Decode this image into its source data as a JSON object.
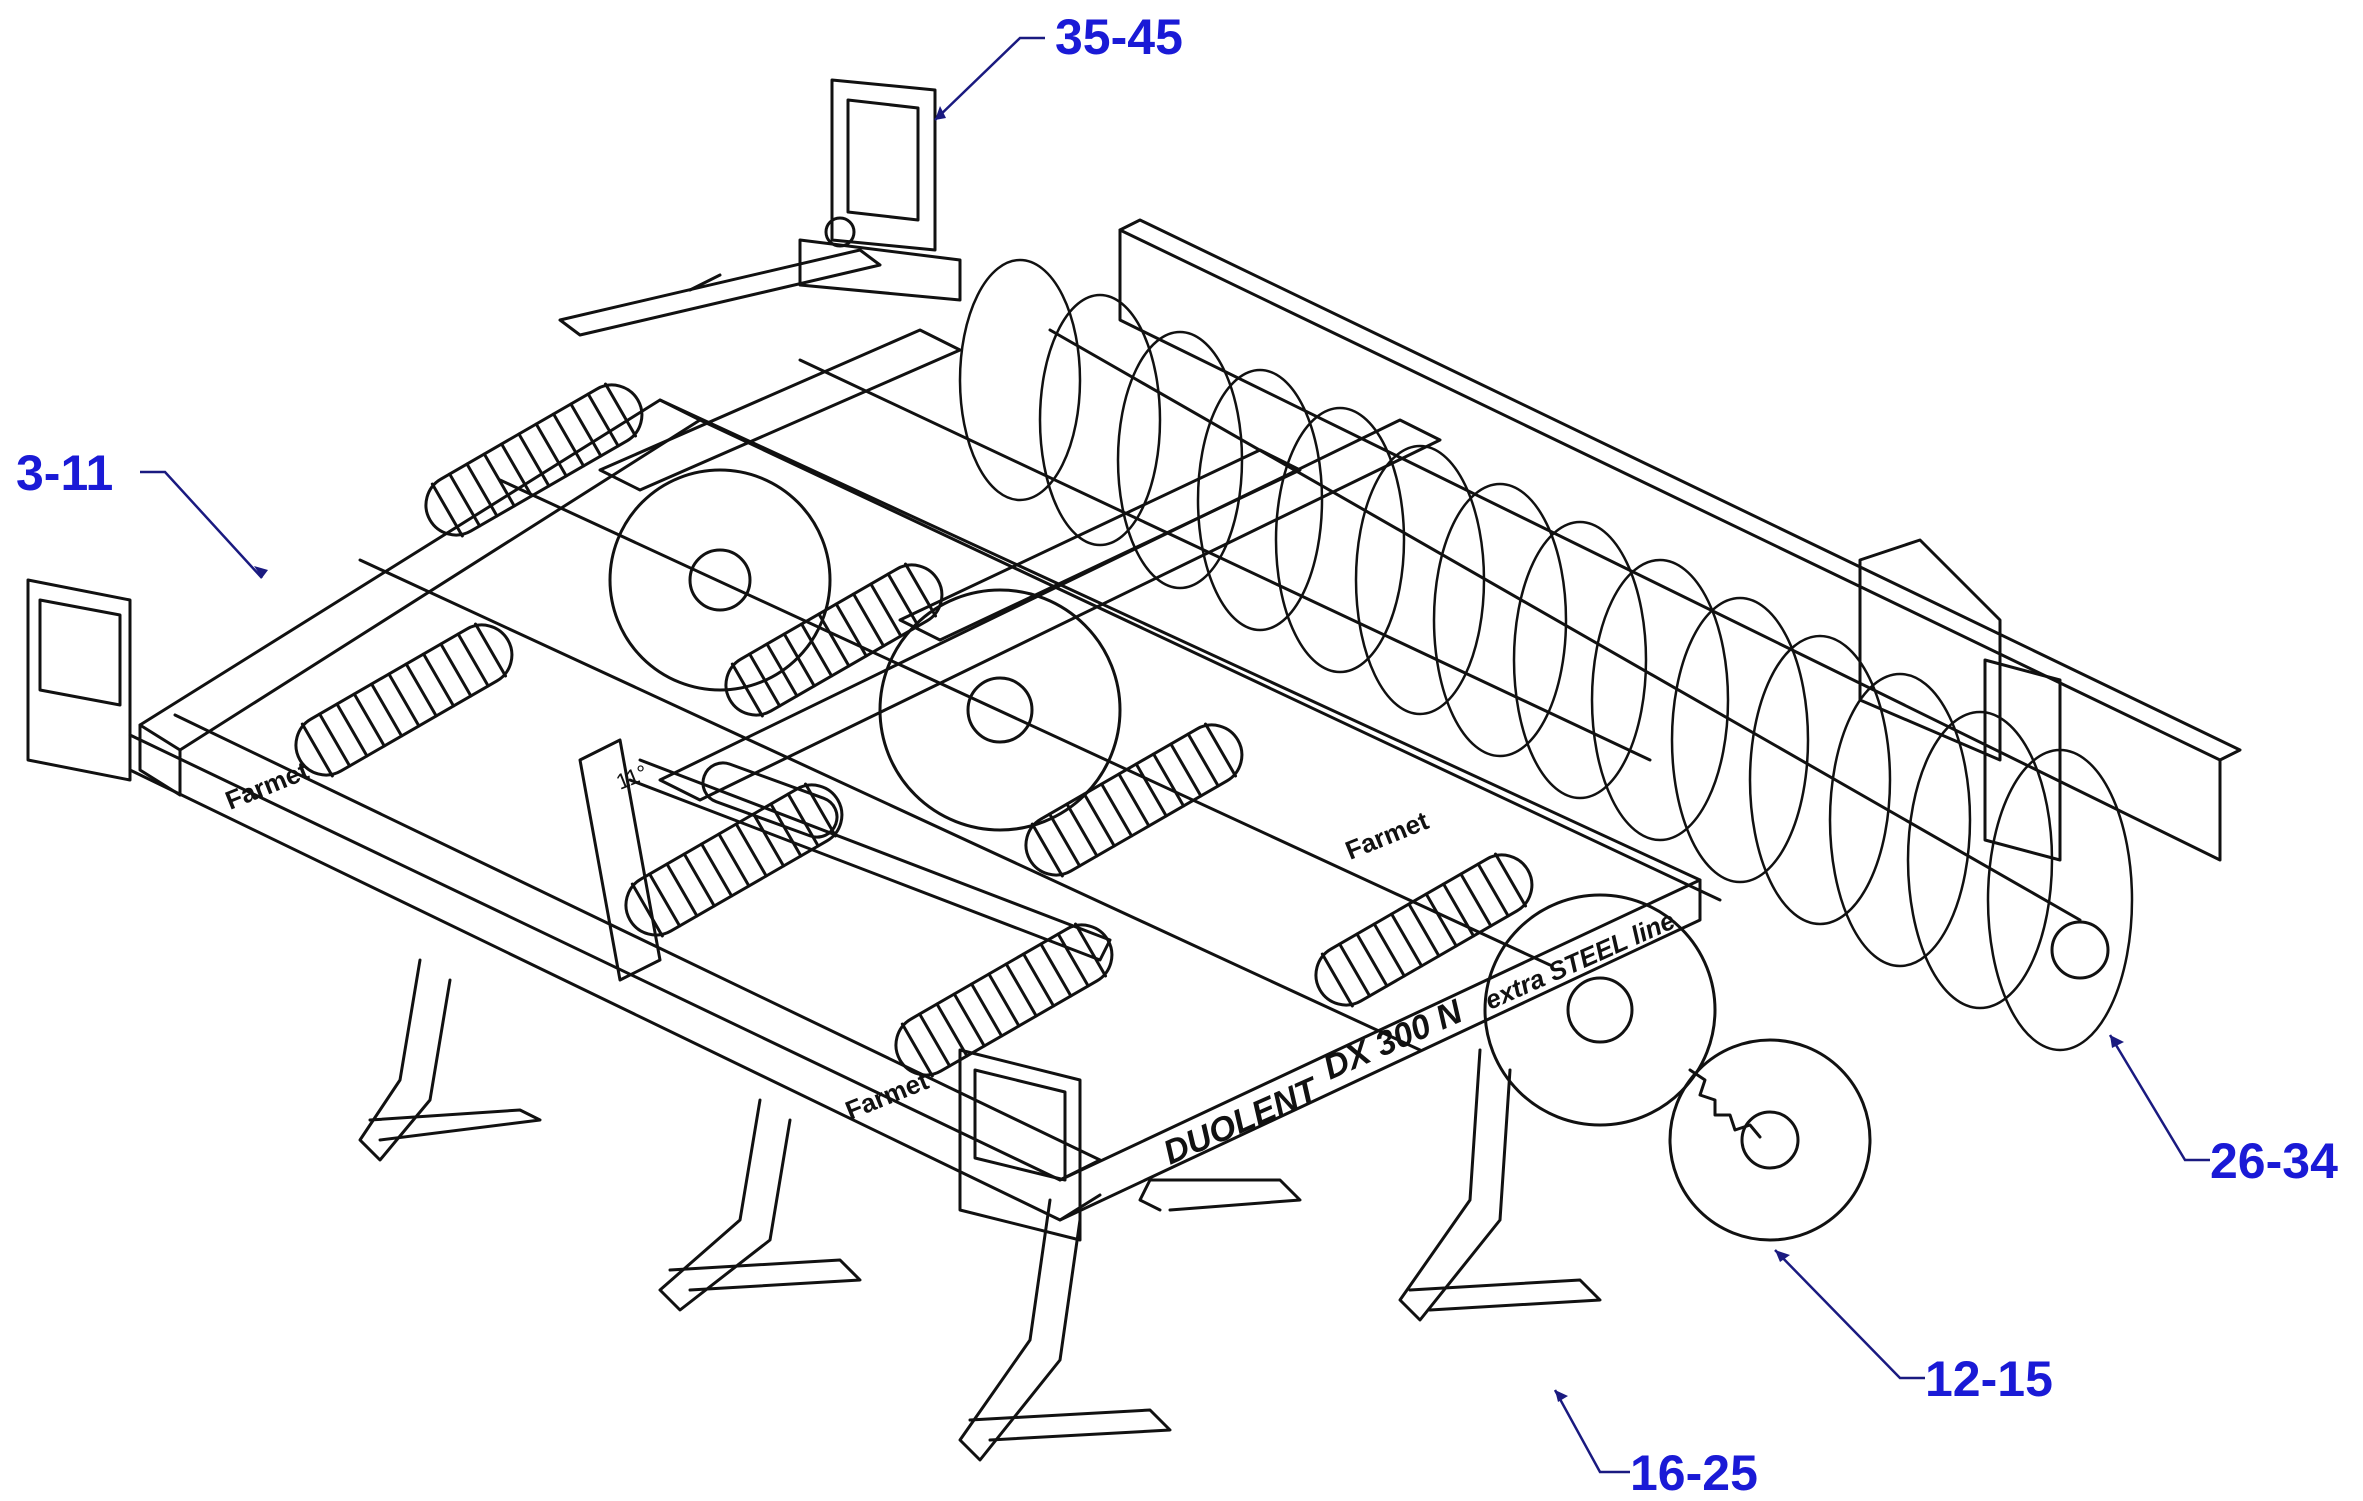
{
  "diagram": {
    "callouts": [
      {
        "id": "frame",
        "label": "3-11"
      },
      {
        "id": "disc",
        "label": "12-15"
      },
      {
        "id": "tine",
        "label": "16-25"
      },
      {
        "id": "roller",
        "label": "26-34"
      },
      {
        "id": "plate",
        "label": "35-45"
      }
    ],
    "machine_labels": {
      "brand": "Farmet",
      "model_line": "DUOLENT",
      "model": "DX 300 N",
      "series": "extra STEEL line",
      "angle": "11°"
    },
    "colors": {
      "callout": "#1a1ad6",
      "line": "#111111",
      "leader": "#1a1a80"
    }
  }
}
